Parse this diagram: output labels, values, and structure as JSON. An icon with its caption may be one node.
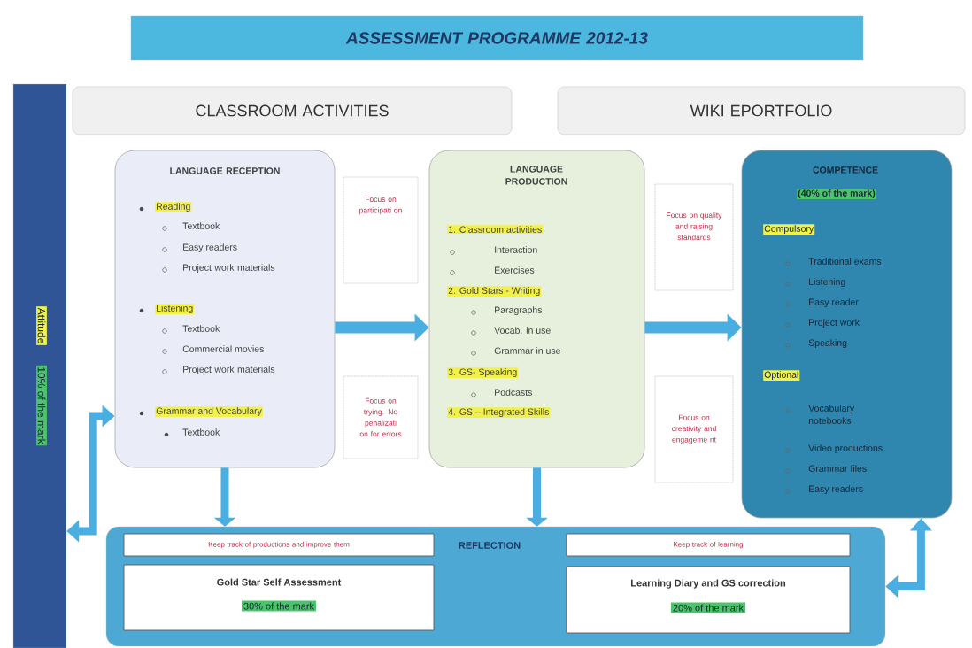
{
  "diagram": {
    "nodes": [
      {
        "text": [
          "ASSESSMENT PROGRAMME 2012-13"
        ]
      },
      {
        "text": [
          "CLASSROOM ACTIVITIES"
        ]
      },
      {
        "text": [
          "WIKI EPORTFOLIO"
        ]
      },
      {
        "text": [
          "Attitude",
          "10% of the mark"
        ]
      },
      {
        "text": [
          "LANGUAGE RECEPTION",
          "Reading",
          "Textbook",
          "Easy readers",
          "Project work materials",
          "Listening",
          "Textbook",
          "Commercial movies",
          "Project work materials",
          "Grammar and Vocabulary",
          "Textbook"
        ]
      },
      {
        "text": [
          "Focus on participati on"
        ]
      },
      {
        "text": [
          "Focus on trying. No penalizati on for errors"
        ]
      },
      {
        "text": [
          "LANGUAGE PRODUCTION",
          "1. Classroom activities",
          "Interaction",
          "Exercises",
          "2. Gold Stars - Writing",
          "Paragraphs",
          "Vocab. in use",
          "Grammar in use",
          "3. GS- Speaking",
          "Podcasts",
          "4. GS – Integrated Skills"
        ]
      },
      {
        "text": [
          "Focus on quality and raising standards"
        ]
      },
      {
        "text": [
          "Focus on creativity and engageme nt"
        ]
      },
      {
        "text": [
          "COMPETENCE",
          "(40% of the mark)",
          "Compulsory",
          "Traditional exams",
          "Listening",
          "Easy reader",
          "Project work",
          "Speaking",
          "Optional",
          "Vocabulary notebooks",
          "Video productions",
          "Grammar files",
          "Easy readers"
        ]
      },
      {
        "text": [
          "REFLECTION"
        ]
      },
      {
        "text": [
          "Keep track of productions and improve them"
        ],
        "in": 11
      },
      {
        "text": [
          "Gold Star Self Assessment",
          "30% of the mark"
        ],
        "in": 11
      },
      {
        "text": [
          "Keep track of learning"
        ],
        "in": 11
      },
      {
        "text": [
          "Learning Diary and GS correction",
          "20% of the mark"
        ],
        "in": 11
      }
    ],
    "edges": [
      {
        "from": 4,
        "to": 7,
        "arrow": "to"
      },
      {
        "from": 7,
        "to": 10,
        "arrow": "to"
      },
      {
        "from": 4,
        "to": 11,
        "arrow": "to"
      },
      {
        "from": 7,
        "to": 11,
        "arrow": "to"
      },
      {
        "from": 10,
        "to": 11,
        "arrow": "both"
      },
      {
        "from": 3,
        "to": 4,
        "arrow": "both"
      }
    ]
  }
}
